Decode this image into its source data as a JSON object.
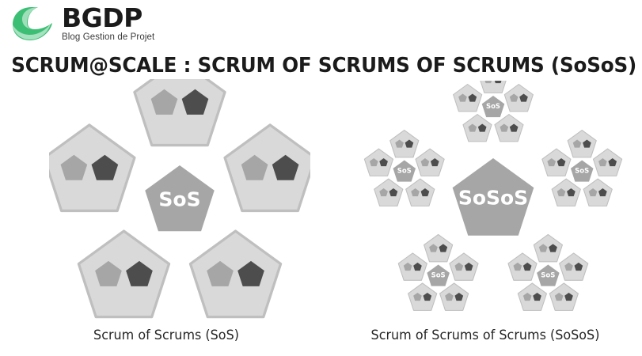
{
  "brand": {
    "logo_icon": "bgdp-leaf-logo-icon",
    "name": "BGDP",
    "tagline": "Blog Gestion de Projet",
    "logo_color": "#3cbf74"
  },
  "title": "SCRUM@SCALE : SCRUM OF SCRUMS OF SCRUMS (SoSoS)",
  "colors": {
    "background": "#ffffff",
    "team_fill": "#d9d9d9",
    "team_stroke": "#bfbfbf",
    "member_light": "#a6a6a6",
    "member_dark": "#4d4d4d",
    "hub_fill": "#a6a6a6",
    "hub_text": "#ffffff",
    "title_text": "#1b1b1b",
    "caption_text": "#262626"
  },
  "diagrams": [
    {
      "id": "sos",
      "name": "scrum-of-scrums-diagram",
      "hub_label": "SoS",
      "caption": "Scrum of Scrums (SoS)",
      "team_count": 5,
      "members_per_team": 2,
      "description": "Five Scrum team pentagons arranged in a ring around a central Scrum of Scrums hub pentagon."
    },
    {
      "id": "sosos",
      "name": "scrum-of-scrums-of-scrums-diagram",
      "hub_label": "SoSoS",
      "cluster_hub_label": "SoS",
      "caption": "Scrum of Scrums of Scrums (SoSoS)",
      "cluster_count": 5,
      "teams_per_cluster": 5,
      "members_per_team": 2,
      "description": "Five Scrum of Scrums clusters arranged in a ring around a central Scrum of Scrums of Scrums hub pentagon."
    }
  ]
}
